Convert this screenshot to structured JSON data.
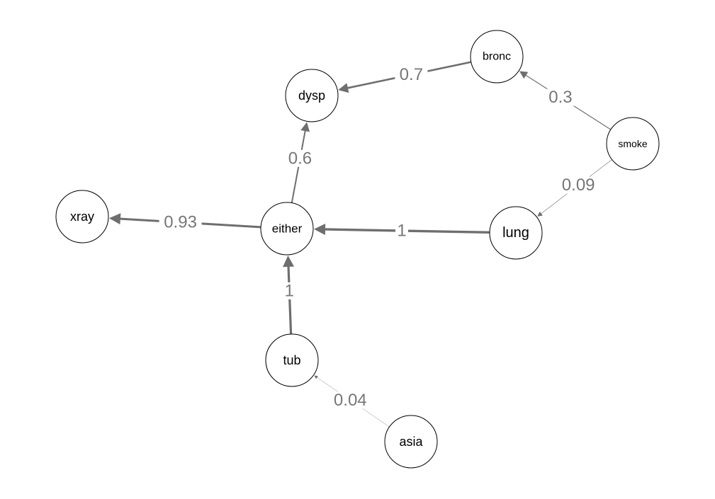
{
  "nodes": [
    {
      "id": "bronc",
      "label": "bronc"
    },
    {
      "id": "dysp",
      "label": "dysp"
    },
    {
      "id": "smoke",
      "label": "smoke"
    },
    {
      "id": "xray",
      "label": "xray"
    },
    {
      "id": "either",
      "label": "either"
    },
    {
      "id": "lung",
      "label": "lung"
    },
    {
      "id": "tub",
      "label": "tub"
    },
    {
      "id": "asia",
      "label": "asia"
    }
  ],
  "edges": [
    {
      "from": "bronc",
      "to": "dysp",
      "label": "0.7"
    },
    {
      "from": "smoke",
      "to": "bronc",
      "label": "0.3"
    },
    {
      "from": "smoke",
      "to": "lung",
      "label": "0.09"
    },
    {
      "from": "either",
      "to": "dysp",
      "label": "0.6"
    },
    {
      "from": "either",
      "to": "xray",
      "label": "0.93"
    },
    {
      "from": "lung",
      "to": "either",
      "label": "1"
    },
    {
      "from": "tub",
      "to": "either",
      "label": "1"
    },
    {
      "from": "asia",
      "to": "tub",
      "label": "0.04"
    }
  ],
  "colors": {
    "edge": "#6e6e6e",
    "edge_label": "#777777",
    "node_stroke": "#000000",
    "node_fill": "#ffffff"
  }
}
